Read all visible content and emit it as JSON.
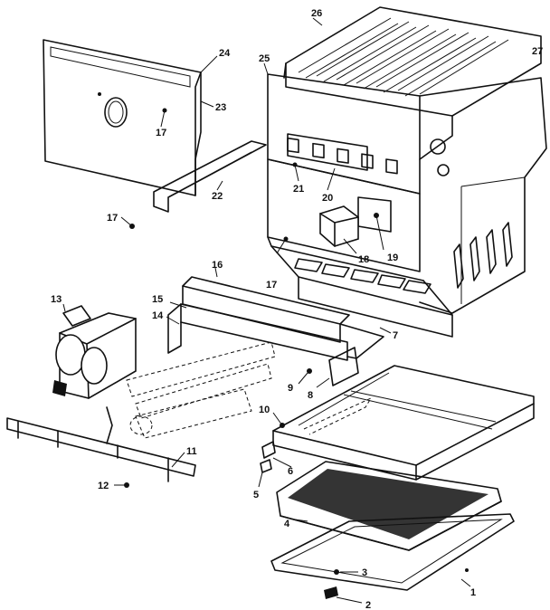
{
  "callouts": [
    {
      "key": "c1",
      "label": "1"
    },
    {
      "key": "c2",
      "label": "2"
    },
    {
      "key": "c3",
      "label": "3"
    },
    {
      "key": "c4",
      "label": "4"
    },
    {
      "key": "c5",
      "label": "5"
    },
    {
      "key": "c6",
      "label": "6"
    },
    {
      "key": "c7",
      "label": "7"
    },
    {
      "key": "c8",
      "label": "8"
    },
    {
      "key": "c9",
      "label": "9"
    },
    {
      "key": "c10",
      "label": "10"
    },
    {
      "key": "c11",
      "label": "11"
    },
    {
      "key": "c12",
      "label": "12"
    },
    {
      "key": "c13",
      "label": "13"
    },
    {
      "key": "c14",
      "label": "14"
    },
    {
      "key": "c15",
      "label": "15"
    },
    {
      "key": "c16",
      "label": "16"
    },
    {
      "key": "c17a",
      "label": "17"
    },
    {
      "key": "c17b",
      "label": "17"
    },
    {
      "key": "c17c",
      "label": "17"
    },
    {
      "key": "c18",
      "label": "18"
    },
    {
      "key": "c19",
      "label": "19"
    },
    {
      "key": "c20",
      "label": "20"
    },
    {
      "key": "c21",
      "label": "21"
    },
    {
      "key": "c22",
      "label": "22"
    },
    {
      "key": "c23",
      "label": "23"
    },
    {
      "key": "c24",
      "label": "24"
    },
    {
      "key": "c25",
      "label": "25"
    },
    {
      "key": "c26",
      "label": "26"
    },
    {
      "key": "c27",
      "label": "27"
    }
  ]
}
